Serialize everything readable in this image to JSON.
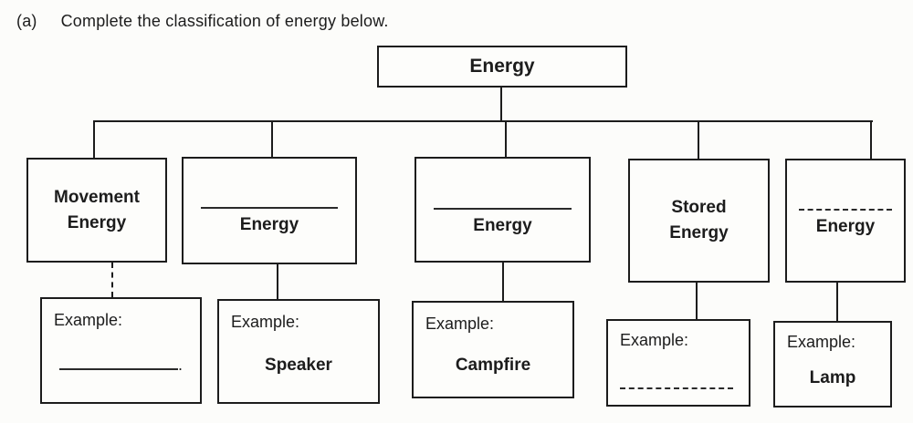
{
  "question": {
    "label": "(a)",
    "text": "Complete the classification of energy below."
  },
  "tree": {
    "root": {
      "label": "Energy"
    },
    "categories": [
      {
        "line1": "Movement",
        "line2": "Energy",
        "blank": false
      },
      {
        "label": "Energy",
        "blank": true
      },
      {
        "label": "Energy",
        "blank": true
      },
      {
        "line1": "Stored",
        "line2": "Energy",
        "blank": false
      },
      {
        "label": "Energy",
        "blank": true
      }
    ],
    "examples": [
      {
        "label": "Example:",
        "value": "",
        "blank": true,
        "suffix": "."
      },
      {
        "label": "Example:",
        "value": "Speaker",
        "blank": false
      },
      {
        "label": "Example:",
        "value": "Campfire",
        "blank": false
      },
      {
        "label": "Example:",
        "value": "",
        "blank": true,
        "suffix": ""
      },
      {
        "label": "Example:",
        "value": "Lamp",
        "blank": false
      }
    ]
  },
  "colors": {
    "ink": "#1c1c1c",
    "background": "#fcfcfa"
  }
}
